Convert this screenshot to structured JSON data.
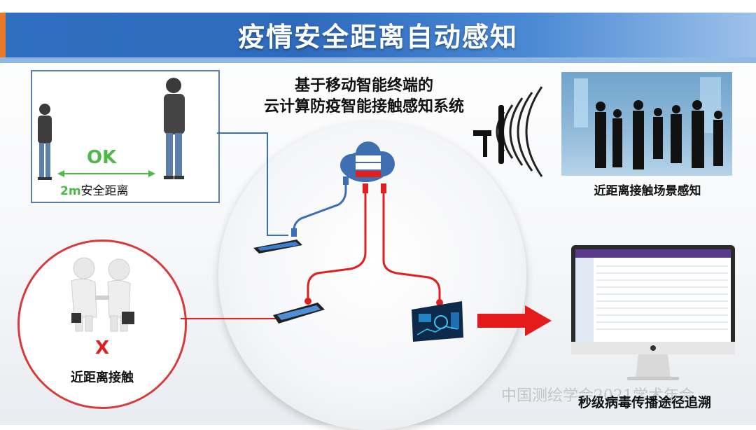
{
  "title": "疫情安全距离自动感知",
  "system_title_line1": "基于移动智能终端的",
  "system_title_line2": "云计算防疫智能接触感知系统",
  "safe_distance": {
    "status": "OK",
    "distance_value": "2m",
    "distance_label": "安全距离"
  },
  "close_contact": {
    "mark": "X",
    "label": "近距离接触"
  },
  "scene_label": "近距离接触场景感知",
  "trace_label": "秒级病毒传播途径追溯",
  "watermark": "中国测绘学会2021学术年会",
  "colors": {
    "title_blue": "#2f6fc0",
    "ok_green": "#4fb84a",
    "alert_red": "#e02020",
    "link_blue": "#3a6fb5"
  }
}
